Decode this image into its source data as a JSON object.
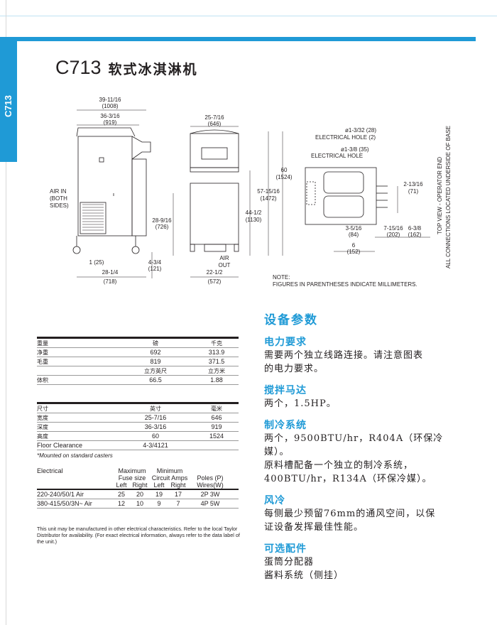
{
  "side_tab": "C713",
  "title": {
    "model": "C713",
    "name": "软式冰淇淋机"
  },
  "drawing": {
    "width_top": "39-11/16",
    "width_top_mm": "(1008)",
    "width_mid": "36-3/16",
    "width_mid_mm": "(919)",
    "depth": "25-7/16",
    "depth_mm": "(646)",
    "air_in": [
      "AIR IN",
      "(BOTH",
      "SIDES)"
    ],
    "h_side": "28-9/16",
    "h_side_mm": "(726)",
    "caster": "1 (25)",
    "h_low": "4-3/4",
    "h_low_mm": "(121)",
    "base_w": "28-1/4",
    "base_w_mm": "(718)",
    "h_total": "60",
    "h_total_mm": "(1524)",
    "h_2": "57-15/16",
    "h_2_mm": "(1472)",
    "h_3": "44-1/2",
    "h_3_mm": "(1130)",
    "air_out": [
      "AIR",
      "OUT"
    ],
    "front_base": "22-1/2",
    "front_base_mm": "(572)",
    "hole1": "ø1-3/32 (28)",
    "hole1_label": "ELECTRICAL HOLE (2)",
    "hole2": "ø1-3/8 (35)",
    "hole2_label": "ELECTRICAL HOLE",
    "top_r": "2-13/16",
    "top_r_mm": "(71)",
    "d1": "3-5/16",
    "d1_mm": "(84)",
    "d2": "7-15/16",
    "d2_mm": "(202)",
    "d3": "6-3/8",
    "d3_mm": "(162)",
    "d4": "6",
    "d4_mm": "(152)",
    "top_view": "TOP VIEW - OPERATOR END",
    "all_conn": "ALL CONNECTIONS LOCATED UNDERSIDE OF BASE"
  },
  "note": {
    "line1": "NOTE:",
    "line2": "FIGURES IN PARENTHESES INDICATE MILLIMETERS."
  },
  "weights": {
    "header": [
      "重量",
      "磅",
      "千克"
    ],
    "rows": [
      [
        "净重",
        "692",
        "313.9"
      ],
      [
        "毛重",
        "819",
        "371.5"
      ]
    ],
    "vol_header": [
      "",
      "立方英尺",
      "立方米"
    ],
    "vol_row": [
      "体积",
      "66.5",
      "1.88"
    ]
  },
  "dimensions": {
    "header": [
      "尺寸",
      "英寸",
      "毫米"
    ],
    "rows": [
      [
        "宽度",
        "25-7/16",
        "646"
      ],
      [
        "深度",
        "36-3/16",
        "919"
      ],
      [
        "高度",
        "60",
        "1524"
      ]
    ],
    "floor": [
      "Floor Clearance",
      "4-3/4121",
      ""
    ],
    "footnote": "*Mounted on standard casters"
  },
  "electrical": {
    "h_label": "Electrical",
    "h_max": "Maximum",
    "h_fuse": "Fuse size",
    "h_min": "Minimum",
    "h_amps": "Circuit Amps",
    "h_poles": "Poles (P)",
    "h_wires": "Wires(W)",
    "left": "Left",
    "right": "Right",
    "rows": [
      [
        "220-240/50/1 Air",
        "25",
        "20",
        "19",
        "17",
        "2P 3W"
      ],
      [
        "380-415/50/3N~ Air",
        "12",
        "10",
        "9",
        "7",
        "4P 5W"
      ]
    ]
  },
  "footnote": "This unit may be manufactured in other electrical characteristics. Refer to the local Taylor Distributor for availability. (For exact electrical information, always refer to the data label of the unit.)",
  "specs": {
    "title": "设备参数",
    "sections": [
      {
        "heading": "电力要求",
        "text": [
          "需要两个独立线路连接。请注意图表",
          "的电力要求。"
        ]
      },
      {
        "heading": "搅拌马达",
        "text": [
          "两个，1.5HP。"
        ]
      },
      {
        "heading": "制冷系统",
        "text": [
          "两个，9500BTU/hr，R404A（环保冷",
          "媒）。",
          "原料槽配备一个独立的制冷系统，",
          "400BTU/hr，R134A（环保冷媒）。"
        ]
      },
      {
        "heading": "风冷",
        "text": [
          "每侧最少预留76mm的通风空间，以保",
          "证设备发挥最佳性能。"
        ]
      },
      {
        "heading": "可选配件",
        "text": [
          "蛋筒分配器",
          "酱料系统（侧挂）"
        ]
      }
    ]
  }
}
